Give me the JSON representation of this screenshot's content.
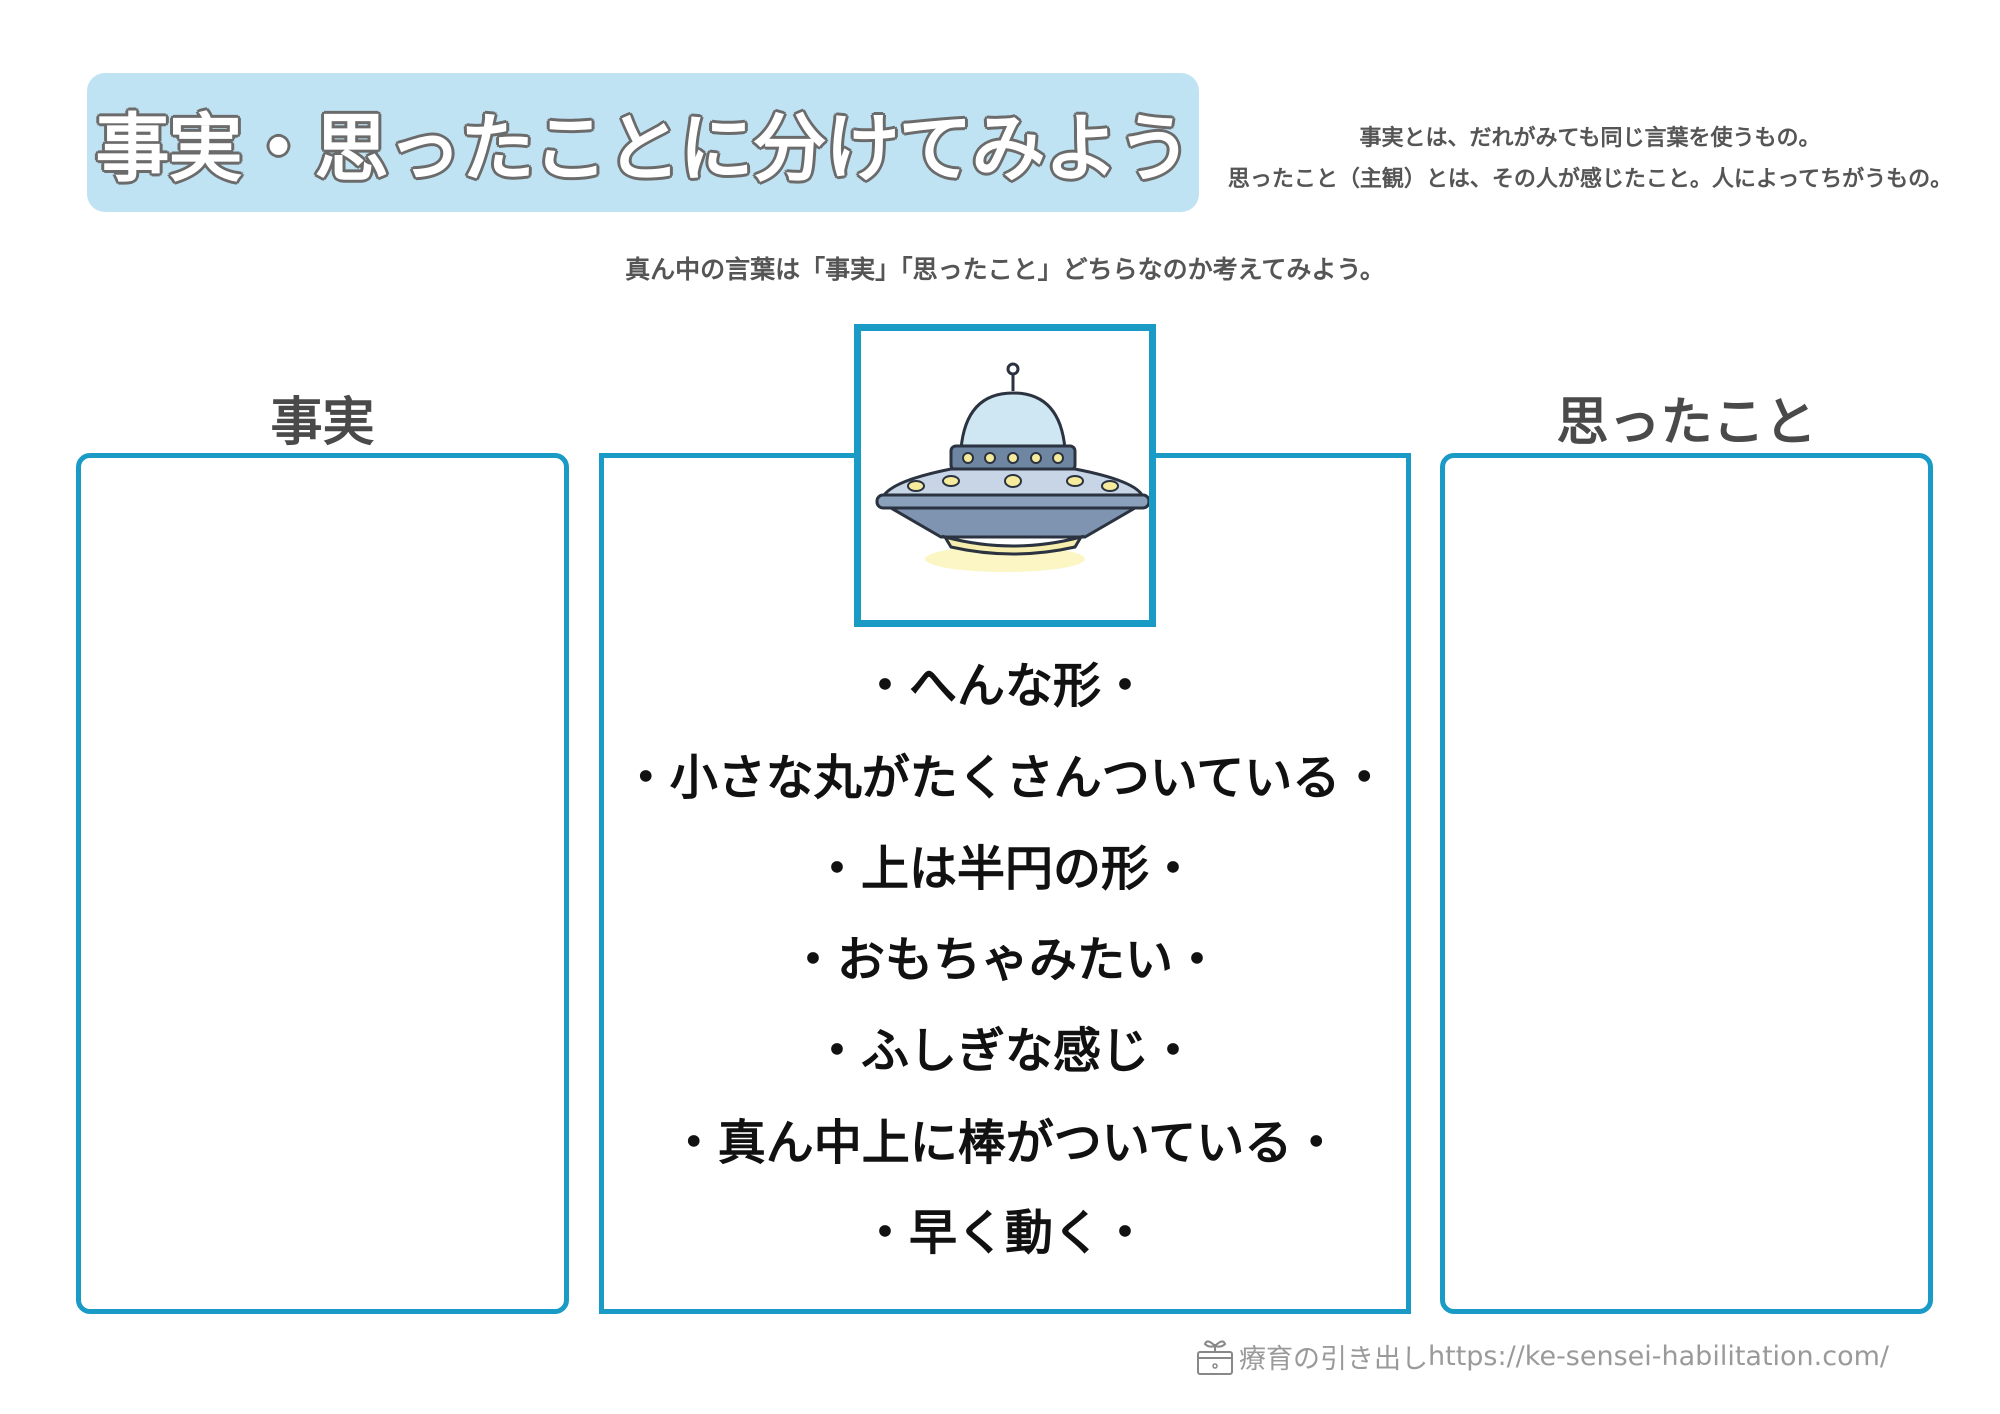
{
  "title": "事実・思ったことに分けてみよう",
  "notes": [
    "事実とは、だれがみても同じ言葉を使うもの。",
    "思ったこと（主観）とは、その人が感じたこと。人によってちがうもの。"
  ],
  "instruction": "真ん中の言葉は「事実」「思ったこと」どちらなのか考えてみよう。",
  "left_header": "事実",
  "right_header": "思ったこと",
  "image": "ufo-illustration",
  "items": [
    "・へんな形・",
    "・小さな丸がたくさんついている・",
    "・上は半円の形・",
    "・おもちゃみたい・",
    "・ふしぎな感じ・",
    "・真ん中上に棒がついている・",
    "・早く動く・"
  ],
  "footer": {
    "site_name": "療育の引き出し",
    "url": "https://ke-sensei-habilitation.com/"
  },
  "colors": {
    "accent": "#1a9bc6",
    "banner": "#bfe3f3"
  }
}
